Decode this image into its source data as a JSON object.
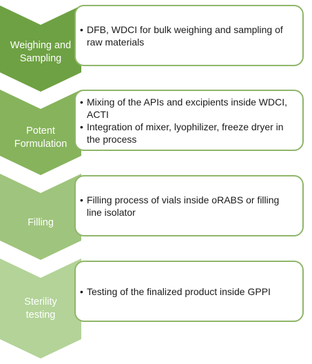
{
  "steps": [
    {
      "label": "Weighing and\nSampling",
      "color": "#6ea143",
      "bullets": [
        "DFB, WDCI for bulk weighing and sampling of raw materials"
      ]
    },
    {
      "label": "Potent\nFormulation",
      "color": "#86b35c",
      "bullets": [
        "Mixing of the APIs and excipients inside WDCI, ACTI",
        "Integration of mixer, lyophilizer, freeze dryer in the process"
      ]
    },
    {
      "label": "Filling",
      "color": "#9fc47d",
      "bullets": [
        "Filling process of vials inside oRABS or filling line isolator"
      ]
    },
    {
      "label": "Sterility\ntesting",
      "color": "#b3d398",
      "bullets": [
        "Testing of the finalized product inside GPPI"
      ]
    }
  ],
  "box_border_color": "#8fb66a"
}
